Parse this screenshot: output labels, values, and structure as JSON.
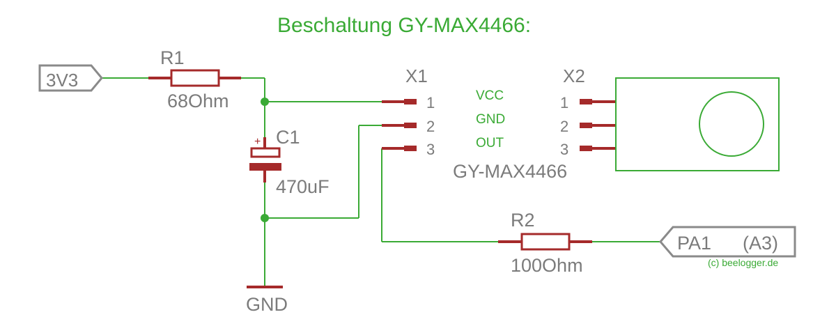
{
  "title": "Beschaltung GY-MAX4466:",
  "labels": {
    "power_3v3": "3V3",
    "r1_name": "R1",
    "r1_value": "68Ohm",
    "c1_name": "C1",
    "c1_polarity": "+",
    "c1_value": "470uF",
    "gnd": "GND",
    "x1_name": "X1",
    "x2_name": "X2",
    "pin_1": "1",
    "pin_2": "2",
    "pin_3": "3",
    "vcc": "VCC",
    "gnd_pin": "GND",
    "out": "OUT",
    "module_name": "GY-MAX4466",
    "r2_name": "R2",
    "r2_value": "100Ohm",
    "pa1": "PA1",
    "a3": "(A3)",
    "copyright": "(c) beelogger.de"
  },
  "colors": {
    "wire": "#3aaa35",
    "component": "#a52a2a",
    "text": "#7b7b7b",
    "title": "#3aaa35"
  }
}
